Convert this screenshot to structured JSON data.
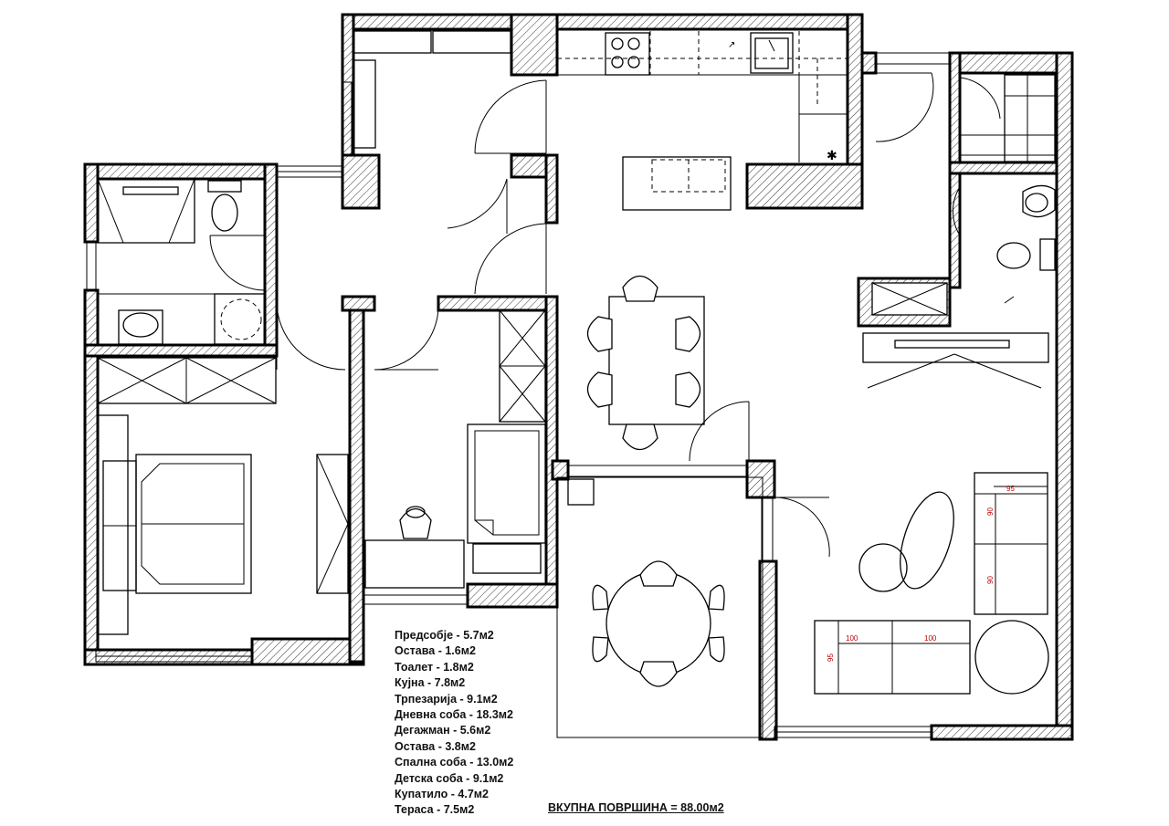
{
  "rooms": [
    {
      "name": "Предсобје",
      "area": "5.7м2"
    },
    {
      "name": "Остава",
      "area": "1.6м2"
    },
    {
      "name": "Тоалет",
      "area": "1.8м2"
    },
    {
      "name": "Кујна",
      "area": "7.8м2"
    },
    {
      "name": "Трпезарија",
      "area": "9.1м2"
    },
    {
      "name": "Дневна соба",
      "area": "18.3м2"
    },
    {
      "name": "Дегажман",
      "area": "5.6м2"
    },
    {
      "name": "Остава",
      "area": "3.8м2"
    },
    {
      "name": "Спална соба",
      "area": "13.0м2"
    },
    {
      "name": "Детска соба",
      "area": "9.1м2"
    },
    {
      "name": "Купатило",
      "area": "4.7м2"
    },
    {
      "name": "Тераса",
      "area": "7.5м2"
    }
  ],
  "total": "ВКУПНА  ПОВРШИНА = 88.00м2",
  "dimensions": {
    "sofa_width": "95",
    "sofa_seat_1": "90",
    "sofa_seat_2": "90",
    "couch_seat_1": "100",
    "couch_seat_2": "100",
    "couch_depth": "95"
  }
}
